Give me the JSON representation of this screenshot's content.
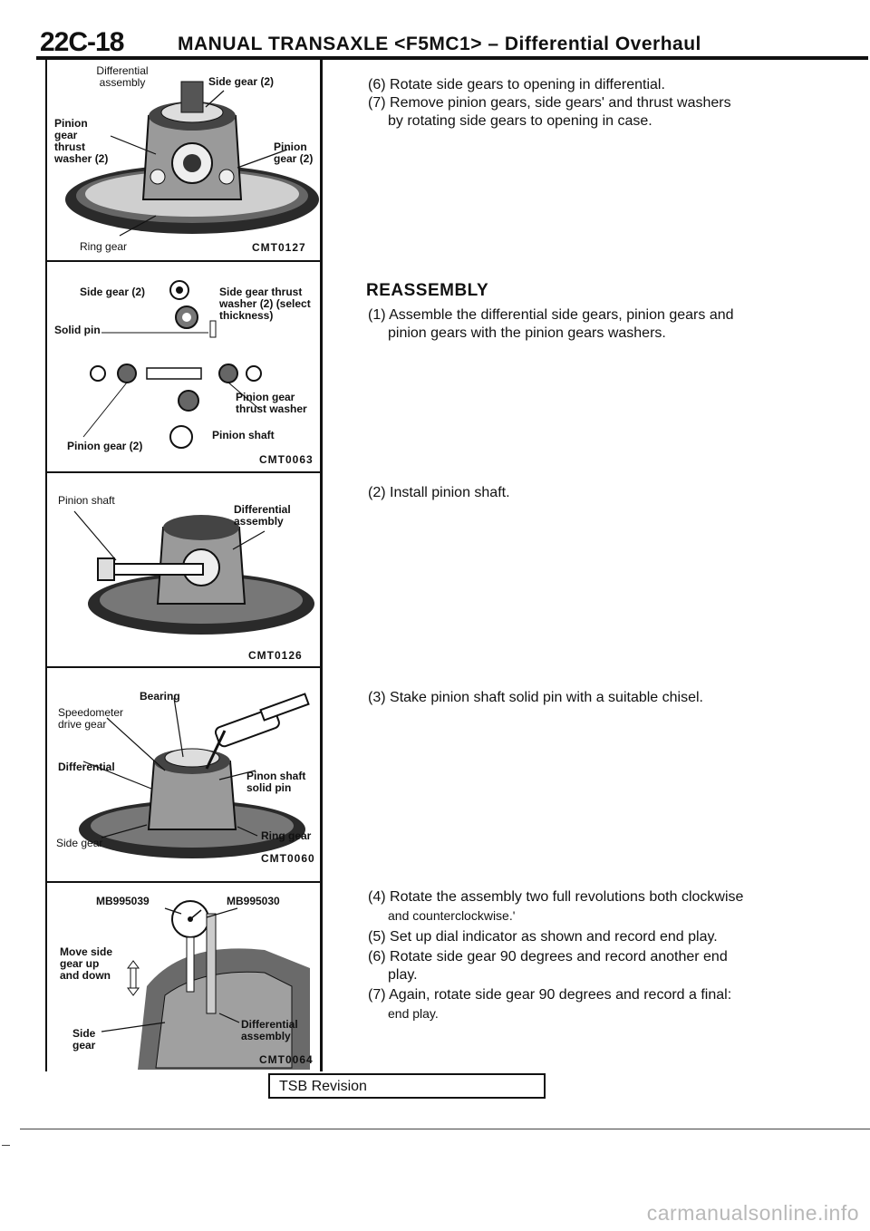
{
  "header": {
    "page_code": "22C-18",
    "title": "MANUAL  TRANSAXLE  <F5MC1> – Differential Overhaul"
  },
  "figures": [
    {
      "code": "CMT0127",
      "labels": {
        "differential_assembly": "Differential assembly",
        "side_gear": "Side gear (2)",
        "pinion_gear_thrust_washer": "Pinion gear thrust washer (2)",
        "pinion_gear": "Pinion gear (2)",
        "ring_gear": "Ring gear"
      }
    },
    {
      "code": "CMT0063",
      "labels": {
        "side_gear": "Side gear (2)",
        "side_gear_thrust_washer": "Side gear thrust washer (2) (select thickness)",
        "solid_pin": "Solid pin",
        "pinion_gear_thrust_washer": "Pinion gear thrust washer",
        "pinion_shaft": "Pinion shaft",
        "pinion_gear": "Pinion gear (2)"
      }
    },
    {
      "code": "CMT0126",
      "labels": {
        "pinion_shaft": "Pinion shaft",
        "differential_assembly": "Differential assembly"
      }
    },
    {
      "code": "CMT0060",
      "labels": {
        "bearing": "Bearing",
        "speedometer_drive_gear": "Speedometer drive gear",
        "differential": "Differential",
        "pinion_shaft_solid_pin": "Pinon shaft solid pin",
        "ring_gear": "Ring gear",
        "side_gear": "Side gear"
      }
    },
    {
      "code": "CMT0064",
      "labels": {
        "tool_1": "MB995039",
        "tool_2": "MB995030",
        "move_side_gear": "Move side gear up and down",
        "side_gear": "Side gear",
        "differential_assembly": "Differential assembly"
      }
    }
  ],
  "steps_disassembly": [
    {
      "num": "(6)",
      "text": "Rotate side gears to opening in differential."
    },
    {
      "num": "(7)",
      "text": "Remove pinion gears, side gears' and thrust washers",
      "cont": "by rotating side gears to opening in case."
    }
  ],
  "reassembly": {
    "heading": "REASSEMBLY",
    "steps": [
      {
        "num": "(1)",
        "text": "Assemble the differential side gears, pinion gears and",
        "cont": "pinion gears with the pinion gears washers."
      },
      {
        "num": "(2)",
        "text": "Install pinion shaft."
      },
      {
        "num": "(3)",
        "text": "Stake pinion shaft solid pin with a suitable chisel."
      },
      {
        "num": "(4)",
        "text": "Rotate the assembly two full revolutions both clockwise",
        "cont": "and counterclockwise.'"
      },
      {
        "num": "(5)",
        "text": "Set up dial indicator as shown and record end play."
      },
      {
        "num": "(6)",
        "text": "Rotate side gear 90 degrees and record another end",
        "cont": "play."
      },
      {
        "num": "(7)",
        "text": "Again, rotate side gear 90 degrees and record a final:",
        "cont": "end play."
      }
    ]
  },
  "footer": {
    "tsb_revision": "TSB Revision",
    "watermark": "carmanualsonline.info"
  }
}
